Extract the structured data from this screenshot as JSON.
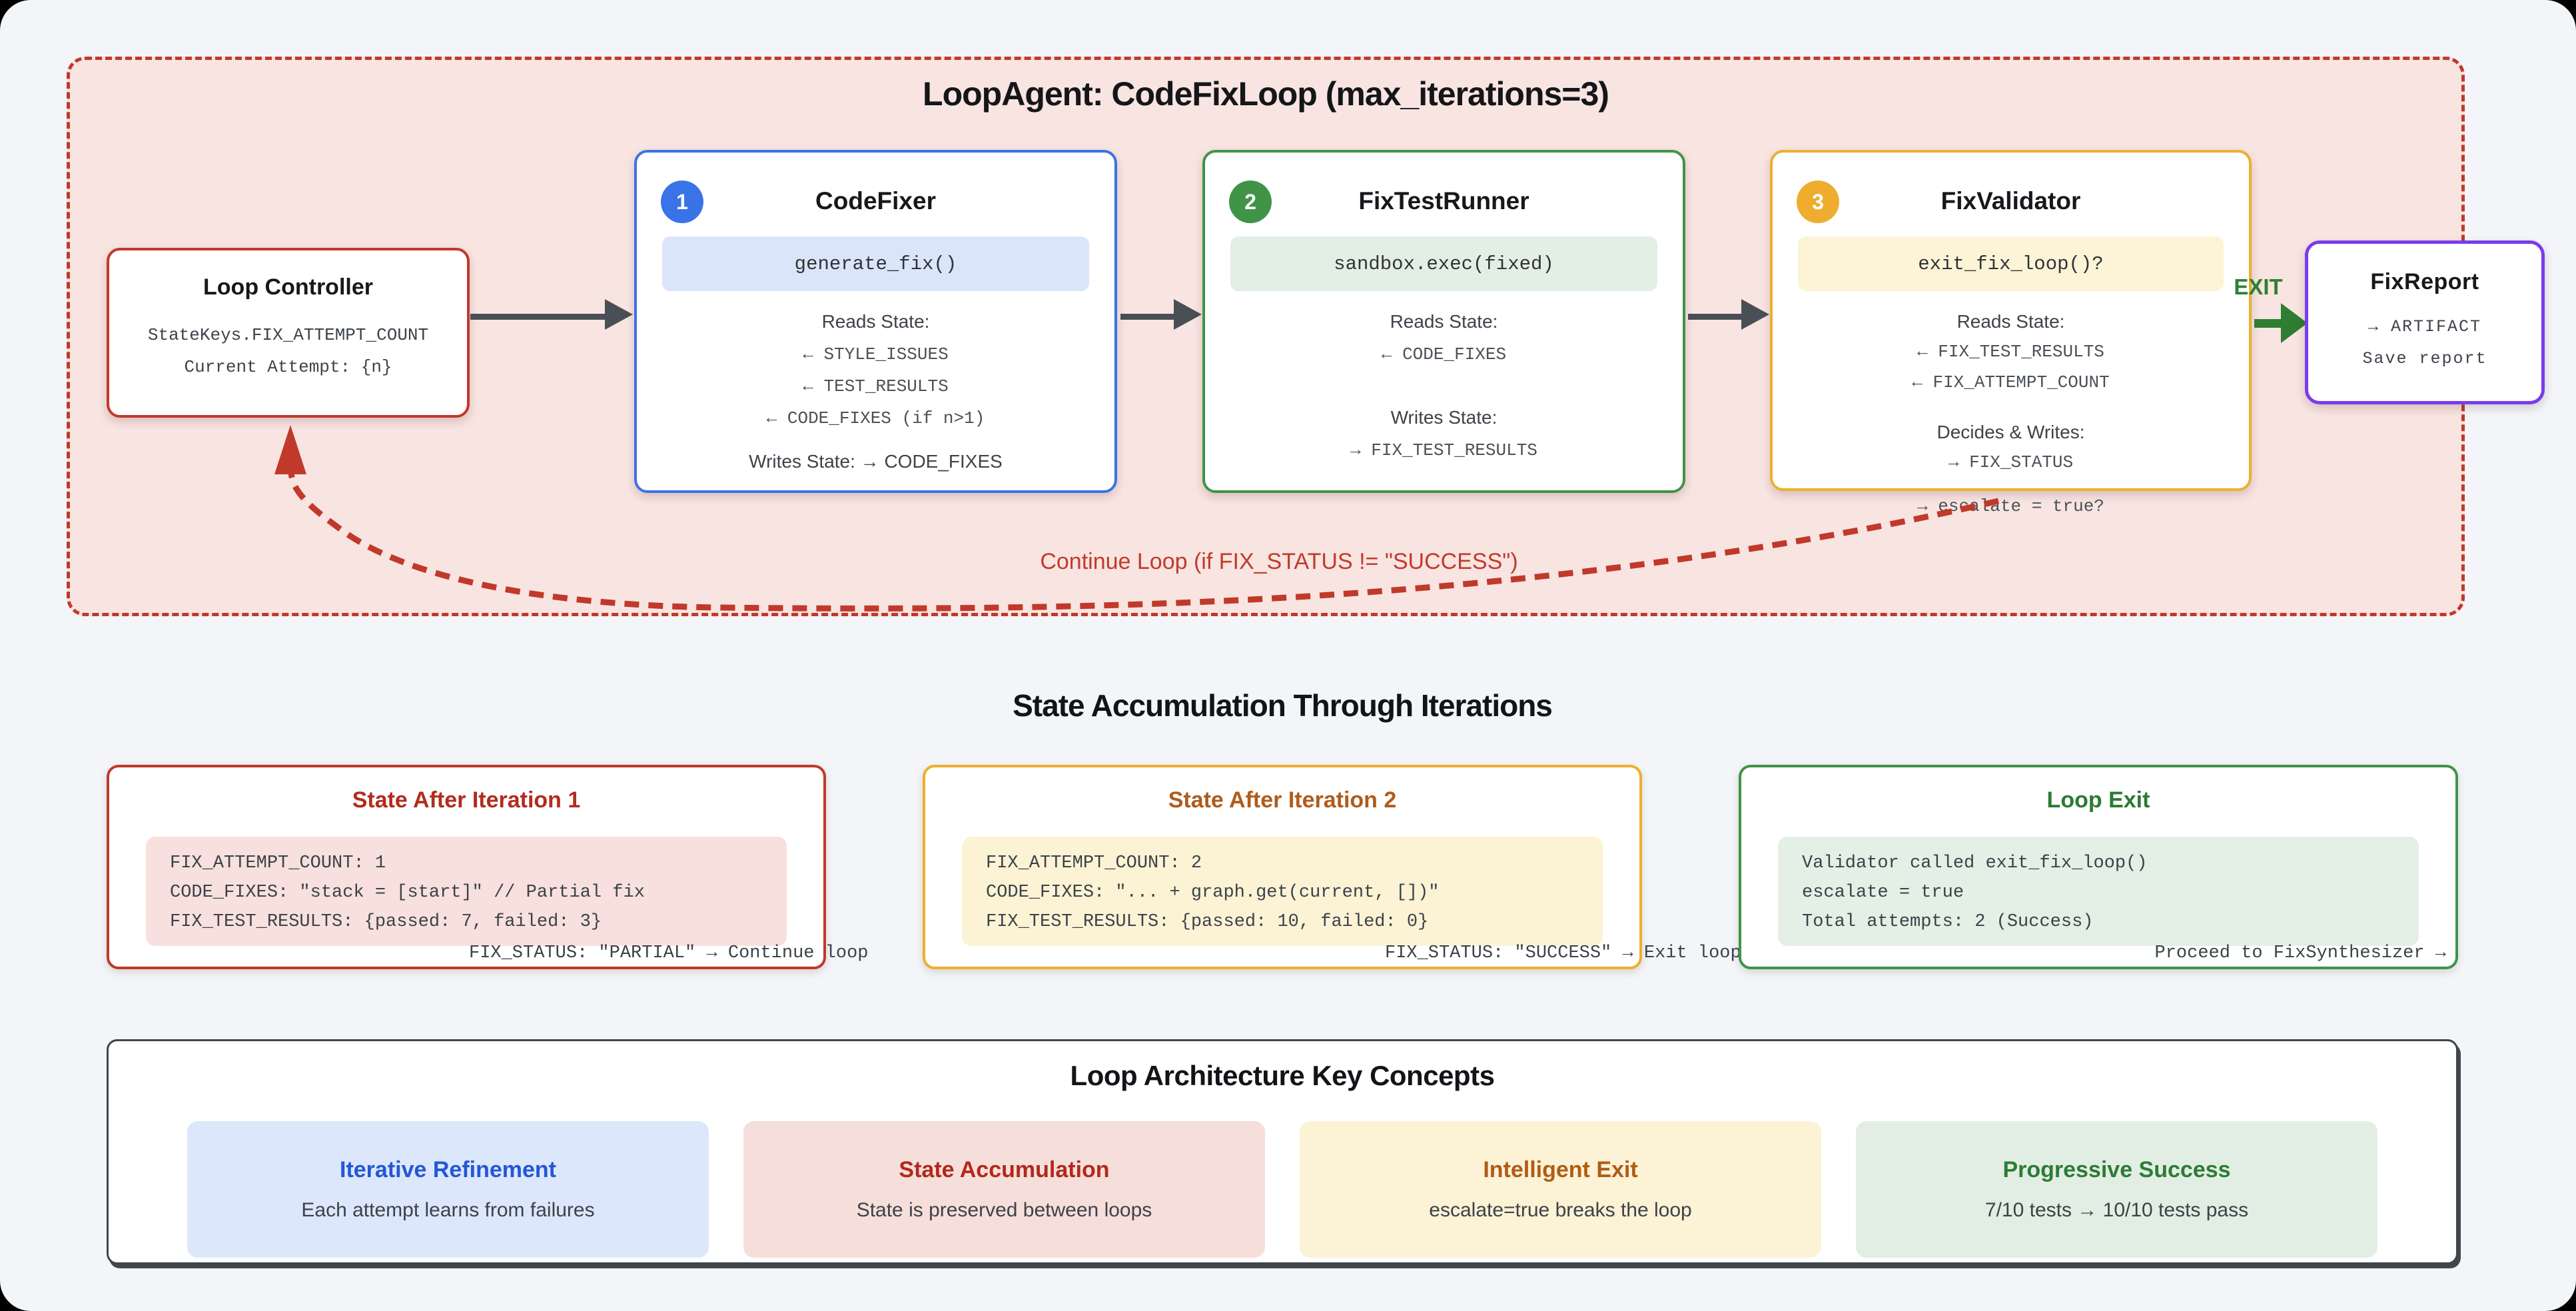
{
  "colors": {
    "red_accent": "#c0392b",
    "blue_accent": "#3a72e8",
    "green_accent": "#3f9447",
    "yellow_accent": "#ecb02d",
    "purple_accent": "#7a3bec",
    "arrow_gray": "#4a4f55",
    "exit_green": "#2e7d33",
    "loop_bg": "#f8e4e1",
    "page_bg": "#f3f5f8"
  },
  "loop": {
    "title": "LoopAgent: CodeFixLoop (max_iterations=3)",
    "controller": {
      "title": "Loop Controller",
      "line1": "StateKeys.FIX_ATTEMPT_COUNT",
      "line2": "Current Attempt: {n}"
    },
    "agents": [
      {
        "badge": "1",
        "title": "CodeFixer",
        "code": "generate_fix()",
        "reads_label": "Reads State:",
        "reads": [
          "← STYLE_ISSUES",
          "← TEST_RESULTS",
          "← CODE_FIXES (if n>1)"
        ],
        "writes_line": "Writes State: → CODE_FIXES"
      },
      {
        "badge": "2",
        "title": "FixTestRunner",
        "code": "sandbox.exec(fixed)",
        "reads_label": "Reads State:",
        "reads": [
          "← CODE_FIXES"
        ],
        "writes_label": "Writes State:",
        "writes": [
          "→ FIX_TEST_RESULTS"
        ]
      },
      {
        "badge": "3",
        "title": "FixValidator",
        "code": "exit_fix_loop()?",
        "reads_label": "Reads State:",
        "reads": [
          "← FIX_TEST_RESULTS",
          "← FIX_ATTEMPT_COUNT"
        ],
        "writes_label": "Decides & Writes:",
        "writes": [
          "→ FIX_STATUS",
          "→ escalate = true?"
        ]
      }
    ],
    "exit_label": "EXIT",
    "report": {
      "title": "FixReport",
      "line1": "→ ARTIFACT",
      "line2": "Save report"
    },
    "continue_label": "Continue Loop (if FIX_STATUS != \"SUCCESS\")"
  },
  "state_section": {
    "heading": "State Accumulation Through Iterations",
    "boxes": [
      {
        "title": "State After Iteration 1",
        "lines": [
          "FIX_ATTEMPT_COUNT: 1",
          "CODE_FIXES: \"stack = [start]\" // Partial fix",
          "FIX_TEST_RESULTS: {passed: 7, failed: 3}"
        ],
        "overflow_line": "FIX_STATUS: \"PARTIAL\" → Continue loop"
      },
      {
        "title": "State After Iteration 2",
        "lines": [
          "FIX_ATTEMPT_COUNT: 2",
          "CODE_FIXES: \"... + graph.get(current, [])\"",
          "FIX_TEST_RESULTS: {passed: 10, failed: 0}"
        ],
        "overflow_line": "FIX_STATUS: \"SUCCESS\" → Exit loop"
      },
      {
        "title": "Loop Exit",
        "lines": [
          "Validator called exit_fix_loop()",
          "escalate = true",
          "Total attempts: 2 (Success)"
        ],
        "overflow_line": "Proceed to FixSynthesizer →"
      }
    ]
  },
  "concepts_panel": {
    "heading": "Loop Architecture Key Concepts",
    "cards": [
      {
        "title": "Iterative Refinement",
        "subtitle": "Each attempt learns from failures"
      },
      {
        "title": "State Accumulation",
        "subtitle": "State is preserved between loops"
      },
      {
        "title": "Intelligent Exit",
        "subtitle": "escalate=true breaks the loop"
      },
      {
        "title": "Progressive Success",
        "subtitle": "7/10 tests → 10/10 tests pass"
      }
    ]
  }
}
